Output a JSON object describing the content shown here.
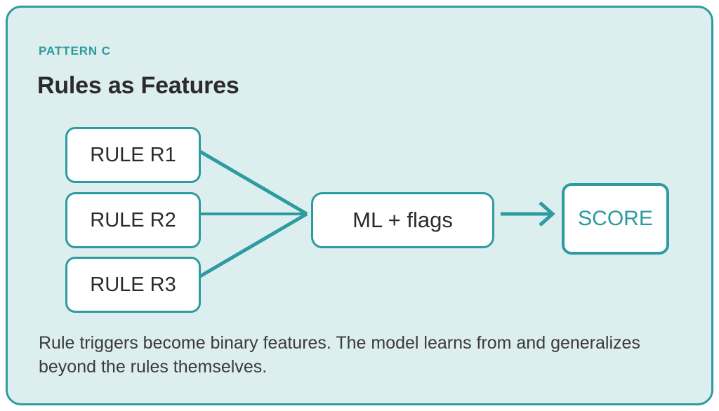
{
  "panel": {
    "eyebrow": "PATTERN C",
    "title": "Rules as Features",
    "caption": "Rule triggers become binary features. The model learns from and generalizes beyond the rules themselves.",
    "background_color": "#dcefee",
    "border_color": "#2e9ba0"
  },
  "colors": {
    "teal": "#2e9ba0",
    "teal_text": "#2b9a9e",
    "ink": "#2b2b2b",
    "caption_ink": "#3a3a3a",
    "node_fill": "#ffffff",
    "page_background": "#ffffff"
  },
  "diagram": {
    "rules": [
      {
        "label": "RULE R1"
      },
      {
        "label": "RULE R2"
      },
      {
        "label": "RULE R3"
      }
    ],
    "model": {
      "label": "ML + flags"
    },
    "output": {
      "label": "SCORE"
    },
    "connectors": [
      {
        "from": "RULE R1",
        "to": "ML + flags",
        "style": "line",
        "arrowhead": false
      },
      {
        "from": "RULE R2",
        "to": "ML + flags",
        "style": "line",
        "arrowhead": false
      },
      {
        "from": "RULE R3",
        "to": "ML + flags",
        "style": "line",
        "arrowhead": false
      },
      {
        "from": "ML + flags",
        "to": "SCORE",
        "style": "arrow",
        "arrowhead": true
      }
    ]
  }
}
